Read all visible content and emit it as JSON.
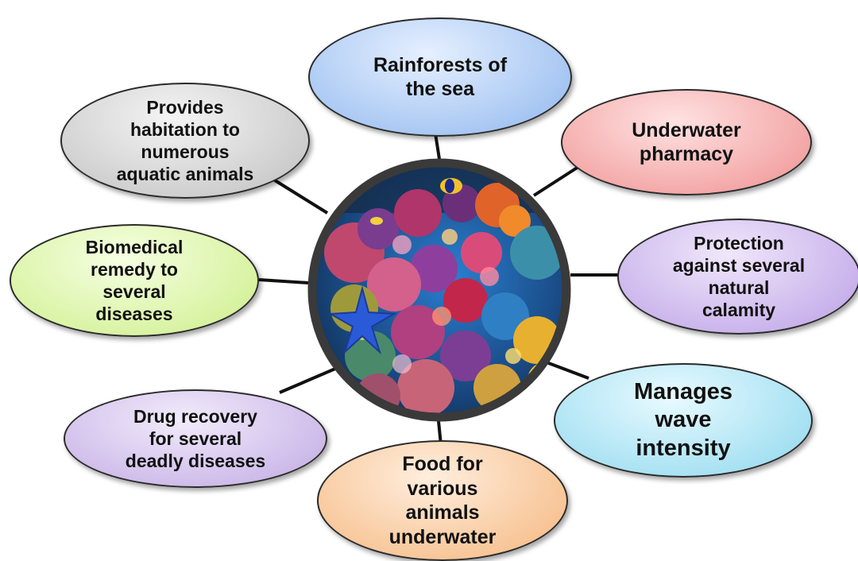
{
  "center": {
    "image": "coral-reef-photo"
  },
  "bubbles": {
    "top": "Rainforests of\nthe sea",
    "top_right": "Underwater\npharmacy",
    "right": "Protection\nagainst several\nnatural\ncalamity",
    "bottom_right": "Manages\nwave\nintensity",
    "bottom": "Food for\nvarious\nanimals\nunderwater",
    "bottom_left": "Drug recovery\nfor several\ndeadly diseases",
    "left": "Biomedical\nremedy to\nseveral\ndiseases",
    "top_left": "Provides\nhabitation to\nnumerous\naquatic animals"
  },
  "colors": {
    "top": "#a9c8f3",
    "top_right": "#f4a9a9",
    "right": "#cbb5ec",
    "bottom_right": "#a9e2f3",
    "bottom": "#f8c79a",
    "bottom_left": "#cfbdea",
    "left": "#d9f3a4",
    "top_left": "#cfcfcf",
    "spoke": "#111111",
    "ring": "#3a3a3a"
  }
}
